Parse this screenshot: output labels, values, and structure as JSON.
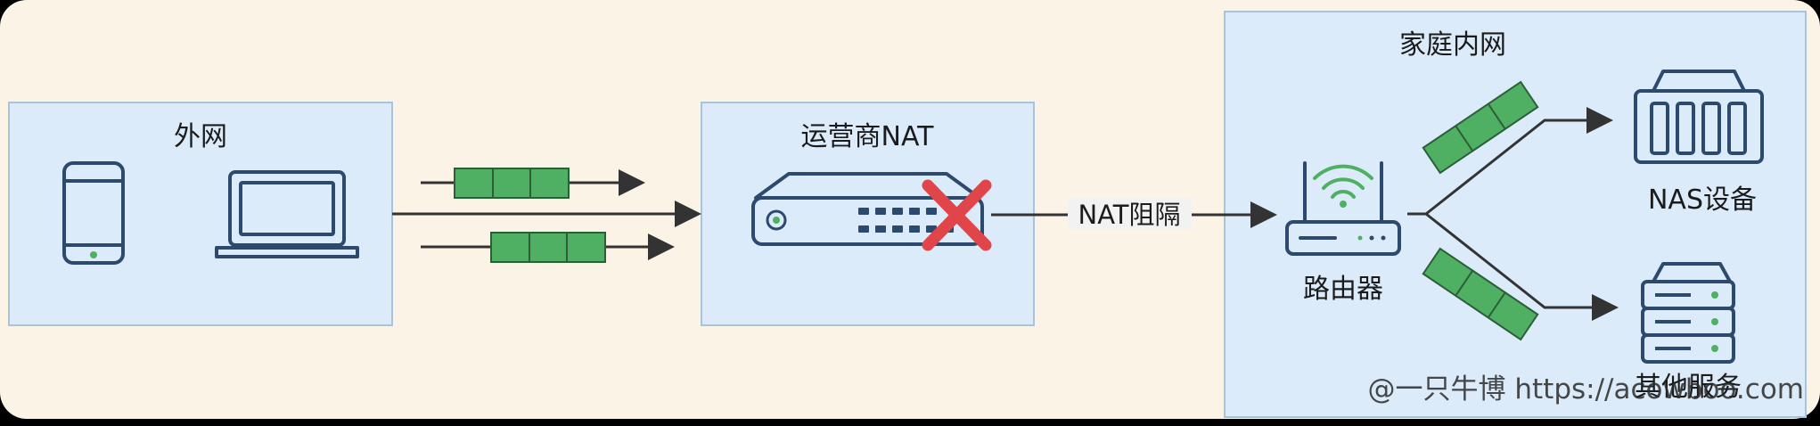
{
  "zones": {
    "outer": {
      "label": "外网"
    },
    "isp": {
      "label": "运营商NAT"
    },
    "home": {
      "label": "家庭内网"
    }
  },
  "devices": {
    "router": {
      "label": "路由器"
    },
    "nas": {
      "label": "NAS设备"
    },
    "server": {
      "label": "其他服务"
    }
  },
  "links": {
    "nat_block": {
      "label": "NAT阻隔"
    }
  },
  "watermark": {
    "text": "@一只牛博 https://acowboo.com"
  },
  "colors": {
    "background": "#FBF3E6",
    "zone_fill": "#DCEBFA",
    "zone_stroke": "#A9C3DD",
    "device_stroke": "#2C4A6E",
    "packet_fill": "#4FAF63",
    "packet_stroke": "#2C5E38",
    "block_red": "#E0454A",
    "arrow": "#333333"
  }
}
